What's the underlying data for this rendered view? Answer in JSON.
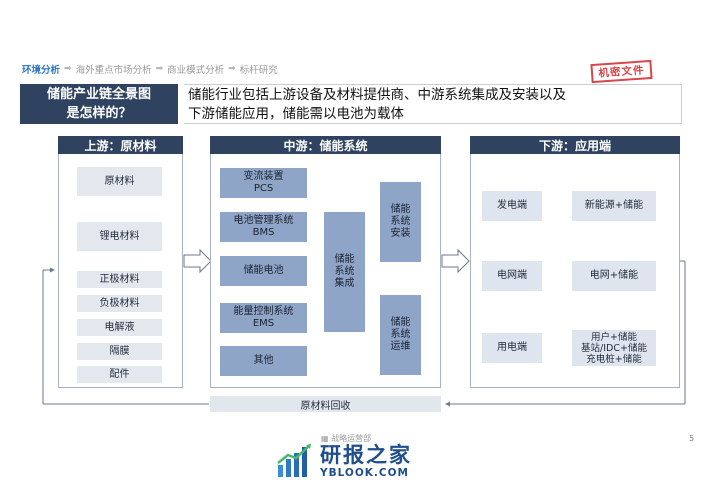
{
  "breadcrumb": {
    "items": [
      "环境分析",
      "海外重点市场分析",
      "商业模式分析",
      "标杆研究"
    ],
    "arrow": "➡"
  },
  "stamp": "机密文件",
  "header": {
    "question_line1": "储能产业链全景图",
    "question_line2": "是怎样的？",
    "description_line1": "储能行业包括上游设备及材料提供商、中游系统集成及安装以及",
    "description_line2": "下游储能应用，储能需以电池为载体"
  },
  "upstream": {
    "title": "上游：原材料",
    "raw": "原材料",
    "lithium": "锂电材料",
    "items": [
      "正极材料",
      "负极材料",
      "电解液",
      "隔膜",
      "配件"
    ]
  },
  "midstream": {
    "title": "中游：储能系统",
    "components": [
      {
        "line1": "变流装置",
        "line2": "PCS"
      },
      {
        "line1": "电池管理系统",
        "line2": "BMS"
      },
      {
        "line1": "储能电池",
        "line2": ""
      },
      {
        "line1": "能量控制系统",
        "line2": "EMS"
      },
      {
        "line1": "其他",
        "line2": ""
      }
    ],
    "integration": [
      "储能",
      "系统",
      "集成"
    ],
    "install": [
      "储能",
      "系统",
      "安装"
    ],
    "operation": [
      "储能",
      "系统",
      "运维"
    ]
  },
  "downstream": {
    "title": "下游：应用端",
    "rows": [
      {
        "left": "发电端",
        "right": [
          "新能源+储能"
        ]
      },
      {
        "left": "电网端",
        "right": [
          "电网+储能"
        ]
      },
      {
        "left": "用电端",
        "right": [
          "用户+储能",
          "基站/IDC+储能",
          "充电桩+储能"
        ]
      }
    ]
  },
  "recycle": "原材料回收",
  "footer": {
    "source": "战略运营部",
    "page": "5"
  },
  "logo": {
    "cn": "研报之家",
    "en": "YBLOOK.COM"
  },
  "colors": {
    "navy": "#2f4260",
    "accent_blue": "#2f76c1",
    "stamp_red": "#d8464a",
    "box_mid": "#8fa5c7",
    "box_light": "#e3e8ef"
  }
}
